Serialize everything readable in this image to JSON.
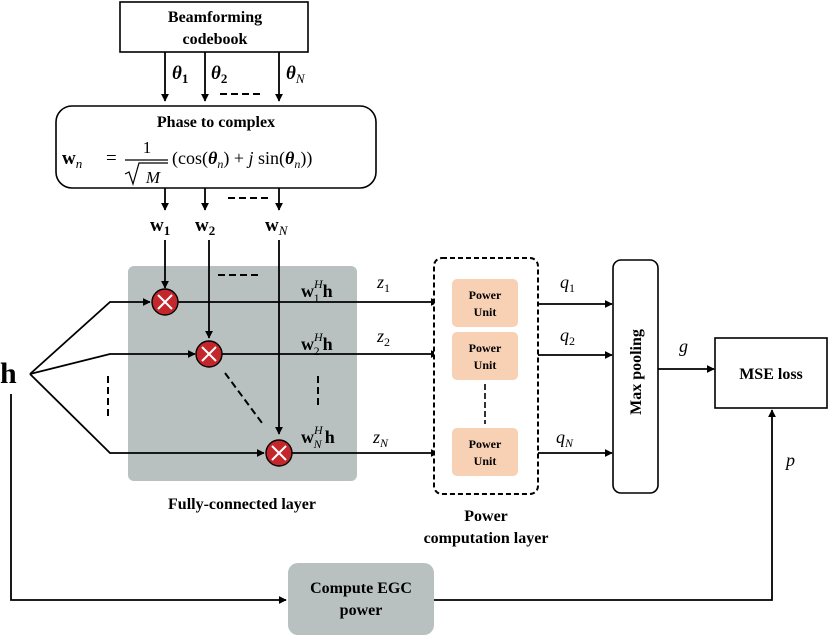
{
  "codebook": {
    "line1": "Beamforming",
    "line2": "codebook"
  },
  "thetas": [
    {
      "base": "θ",
      "sub": "1"
    },
    {
      "base": "θ",
      "sub": "2"
    },
    {
      "base": "θ",
      "sub": "N"
    }
  ],
  "phase_block": {
    "title": "Phase to complex",
    "lhs": "w",
    "lhs_sub": "n",
    "eq": "=",
    "numerator": "1",
    "denominator": "M",
    "body_a": "(cos(",
    "theta": "θ",
    "body_b": ") + ",
    "j": "j",
    "body_c": " sin(",
    "body_d": "))"
  },
  "weights": [
    {
      "base": "w",
      "sub": "1"
    },
    {
      "base": "w",
      "sub": "2"
    },
    {
      "base": "w",
      "sub": "N"
    }
  ],
  "input": {
    "label": "h"
  },
  "fc_outputs": [
    {
      "w": "w",
      "sub": "1",
      "sup": "H",
      "h": "h"
    },
    {
      "w": "w",
      "sub": "2",
      "sup": "H",
      "h": "h"
    },
    {
      "w": "w",
      "sub": "N",
      "sup": "H",
      "h": "h"
    }
  ],
  "z_labels": [
    {
      "base": "z",
      "sub": "1"
    },
    {
      "base": "z",
      "sub": "2"
    },
    {
      "base": "z",
      "sub": "N"
    }
  ],
  "fc_layer": {
    "label": "Fully-connected layer"
  },
  "power_units": [
    {
      "line1": "Power",
      "line2": "Unit"
    },
    {
      "line1": "Power",
      "line2": "Unit"
    },
    {
      "line1": "Power",
      "line2": "Unit"
    }
  ],
  "power_layer": {
    "line1": "Power",
    "line2": "computation layer"
  },
  "q_labels": [
    {
      "base": "q",
      "sub": "1"
    },
    {
      "base": "q",
      "sub": "2"
    },
    {
      "base": "q",
      "sub": "N"
    }
  ],
  "max_pooling": {
    "label": "Max pooling"
  },
  "g_label": "g",
  "mse": {
    "label": "MSE loss"
  },
  "p_label": "p",
  "egc": {
    "line1": "Compute EGC",
    "line2": "power"
  },
  "colors": {
    "fc_bg": "#b8c1c0",
    "multiplier": "#c3272b",
    "power_unit": "#f8d0b4",
    "egc_bg": "#b8c1c0",
    "stroke": "#000000"
  }
}
